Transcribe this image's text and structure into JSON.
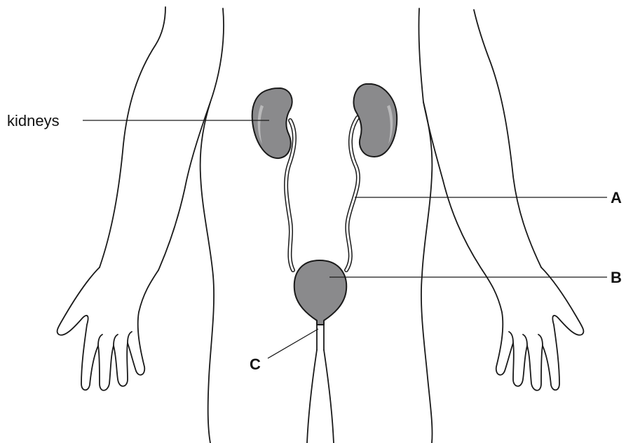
{
  "labels": {
    "kidneys": "kidneys",
    "a": "A",
    "b": "B",
    "c": "C"
  },
  "colors": {
    "organ_fill": "#8a8a8c",
    "outline": "#1a1a1a",
    "background": "#ffffff"
  }
}
